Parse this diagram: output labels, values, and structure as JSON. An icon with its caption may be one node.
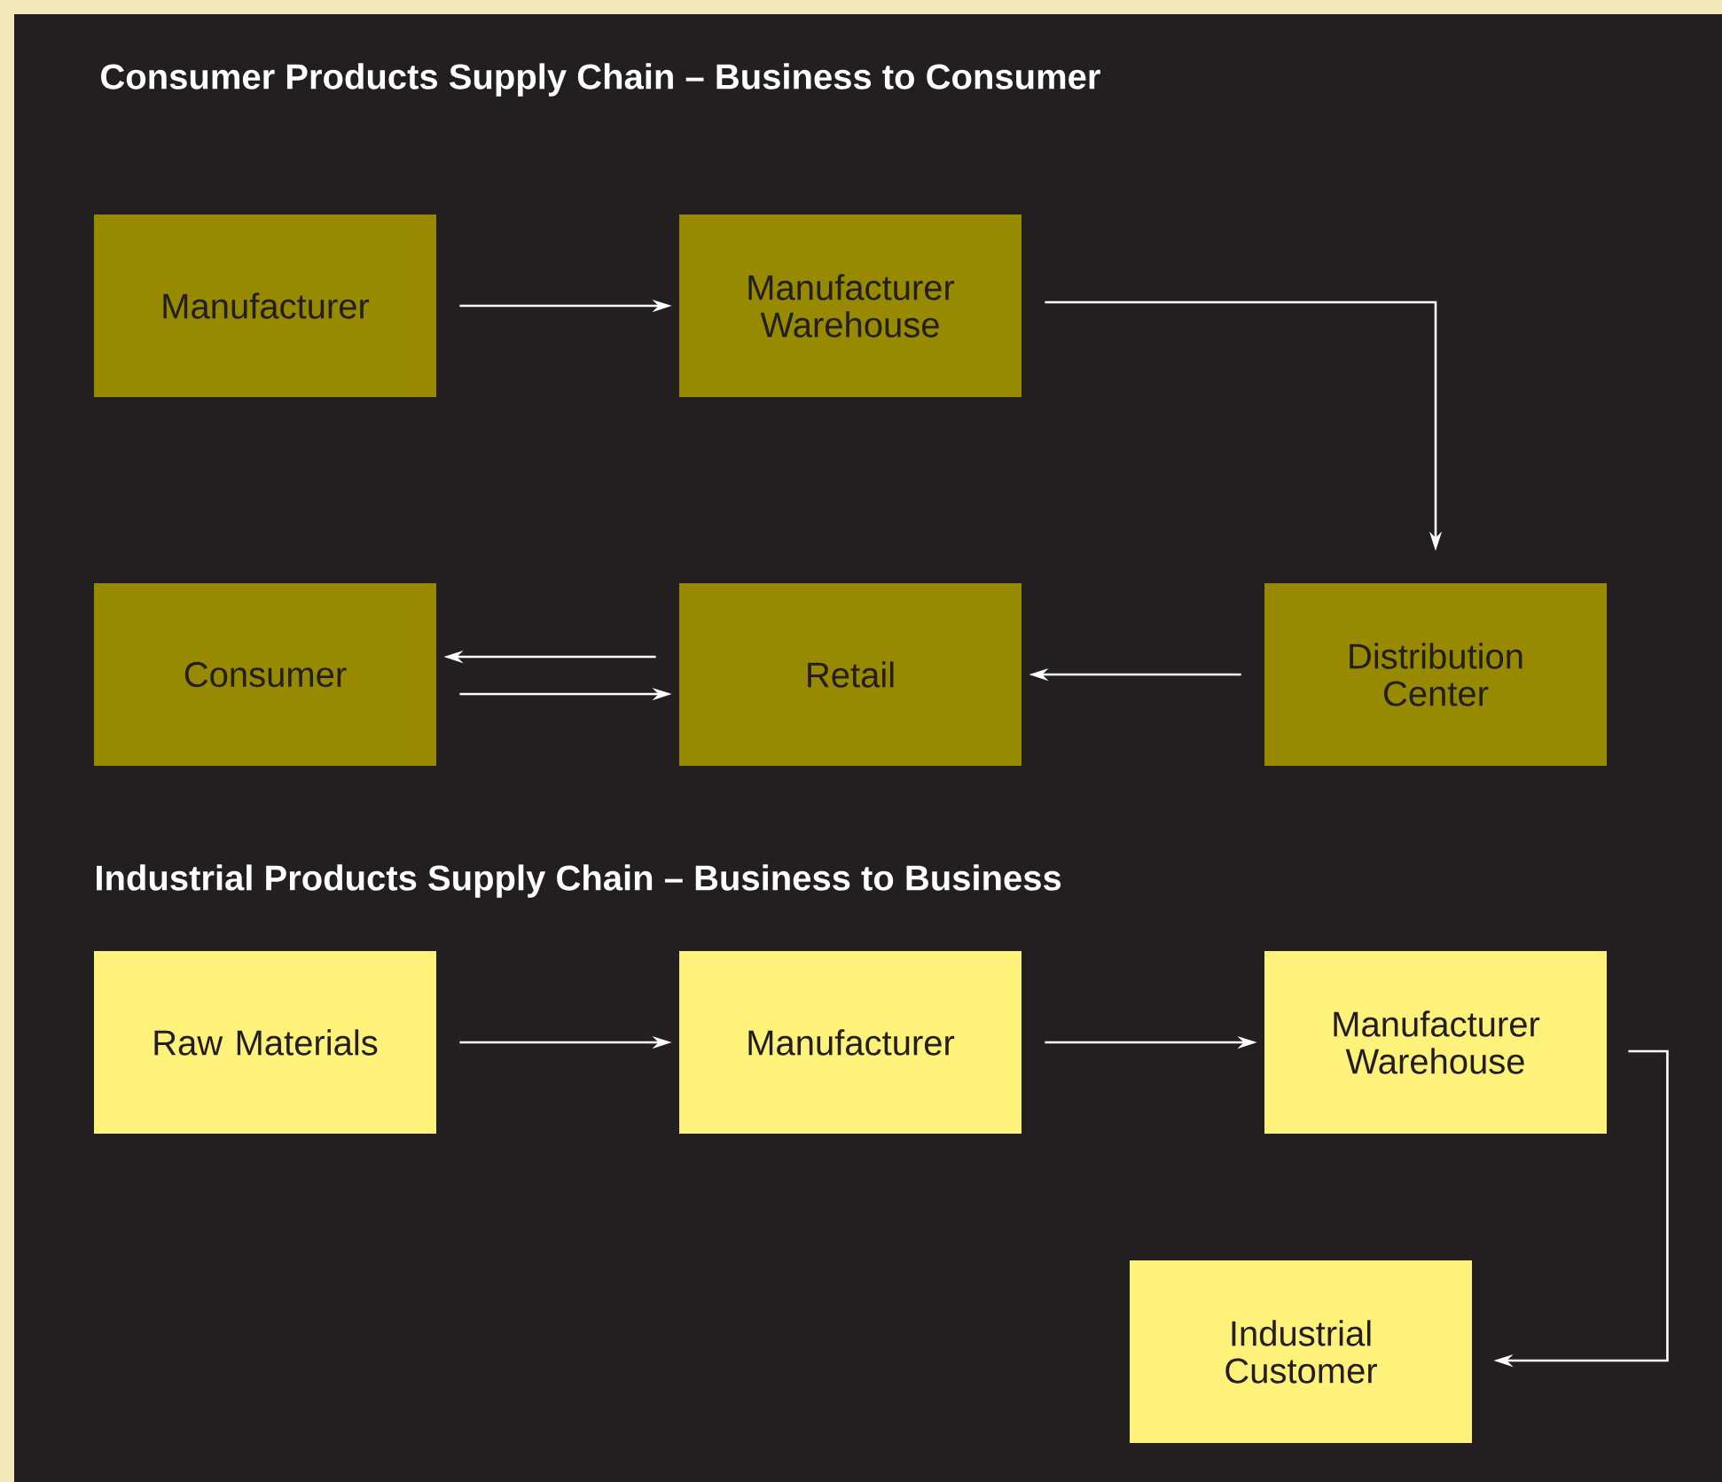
{
  "diagram": {
    "nodes": [
      {
        "text": [
          "Manufacturer"
        ]
      },
      {
        "text": [
          "Manufacturer Warehouse"
        ]
      },
      {
        "text": [
          "Consumer"
        ]
      },
      {
        "text": [
          "Retail"
        ]
      },
      {
        "text": [
          "Distribution Center"
        ]
      },
      {
        "text": [
          "Raw Materials"
        ]
      },
      {
        "text": [
          "Manufacturer"
        ]
      },
      {
        "text": [
          "Manufacturer Warehouse"
        ]
      },
      {
        "text": [
          "Industrial Customer"
        ]
      }
    ],
    "edges": [
      {
        "from": 0,
        "to": 1,
        "arrow": "to"
      },
      {
        "from": 1,
        "to": 4,
        "arrow": "to"
      },
      {
        "from": 4,
        "to": 3,
        "arrow": "to"
      },
      {
        "from": 3,
        "to": 2,
        "arrow": "to"
      },
      {
        "from": 2,
        "to": 3,
        "arrow": "to"
      },
      {
        "from": 5,
        "to": 6,
        "arrow": "to"
      },
      {
        "from": 6,
        "to": 7,
        "arrow": "to"
      },
      {
        "from": 7,
        "to": 8,
        "arrow": "to"
      }
    ],
    "labels": [
      "Consumer Products Supply Chain – Business to Consumer",
      "Industrial Products Supply Chain – Business to Business"
    ]
  }
}
